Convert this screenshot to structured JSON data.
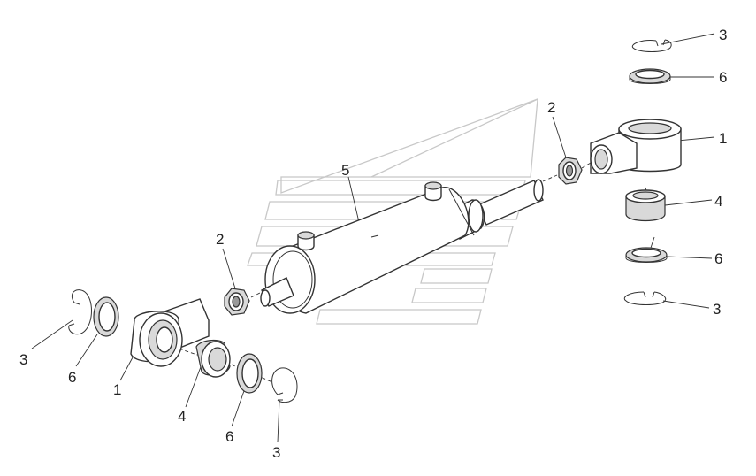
{
  "callouts": {
    "right_ring_top": "3",
    "right_washer_top": "6",
    "right_eye": "1",
    "right_nut": "2",
    "right_bushing": "4",
    "right_washer_bottom": "6",
    "right_ring_bottom": "3",
    "cylinder": "5",
    "left_nut": "2",
    "left_ring_outer": "3",
    "left_washer_outer": "6",
    "left_eye": "1",
    "left_bushing": "4",
    "left_washer_inner": "6",
    "left_ring_inner": "3"
  },
  "colors": {
    "line": "#333333",
    "shade": "#d9d9d9",
    "watermark": "#c8c8c8"
  }
}
